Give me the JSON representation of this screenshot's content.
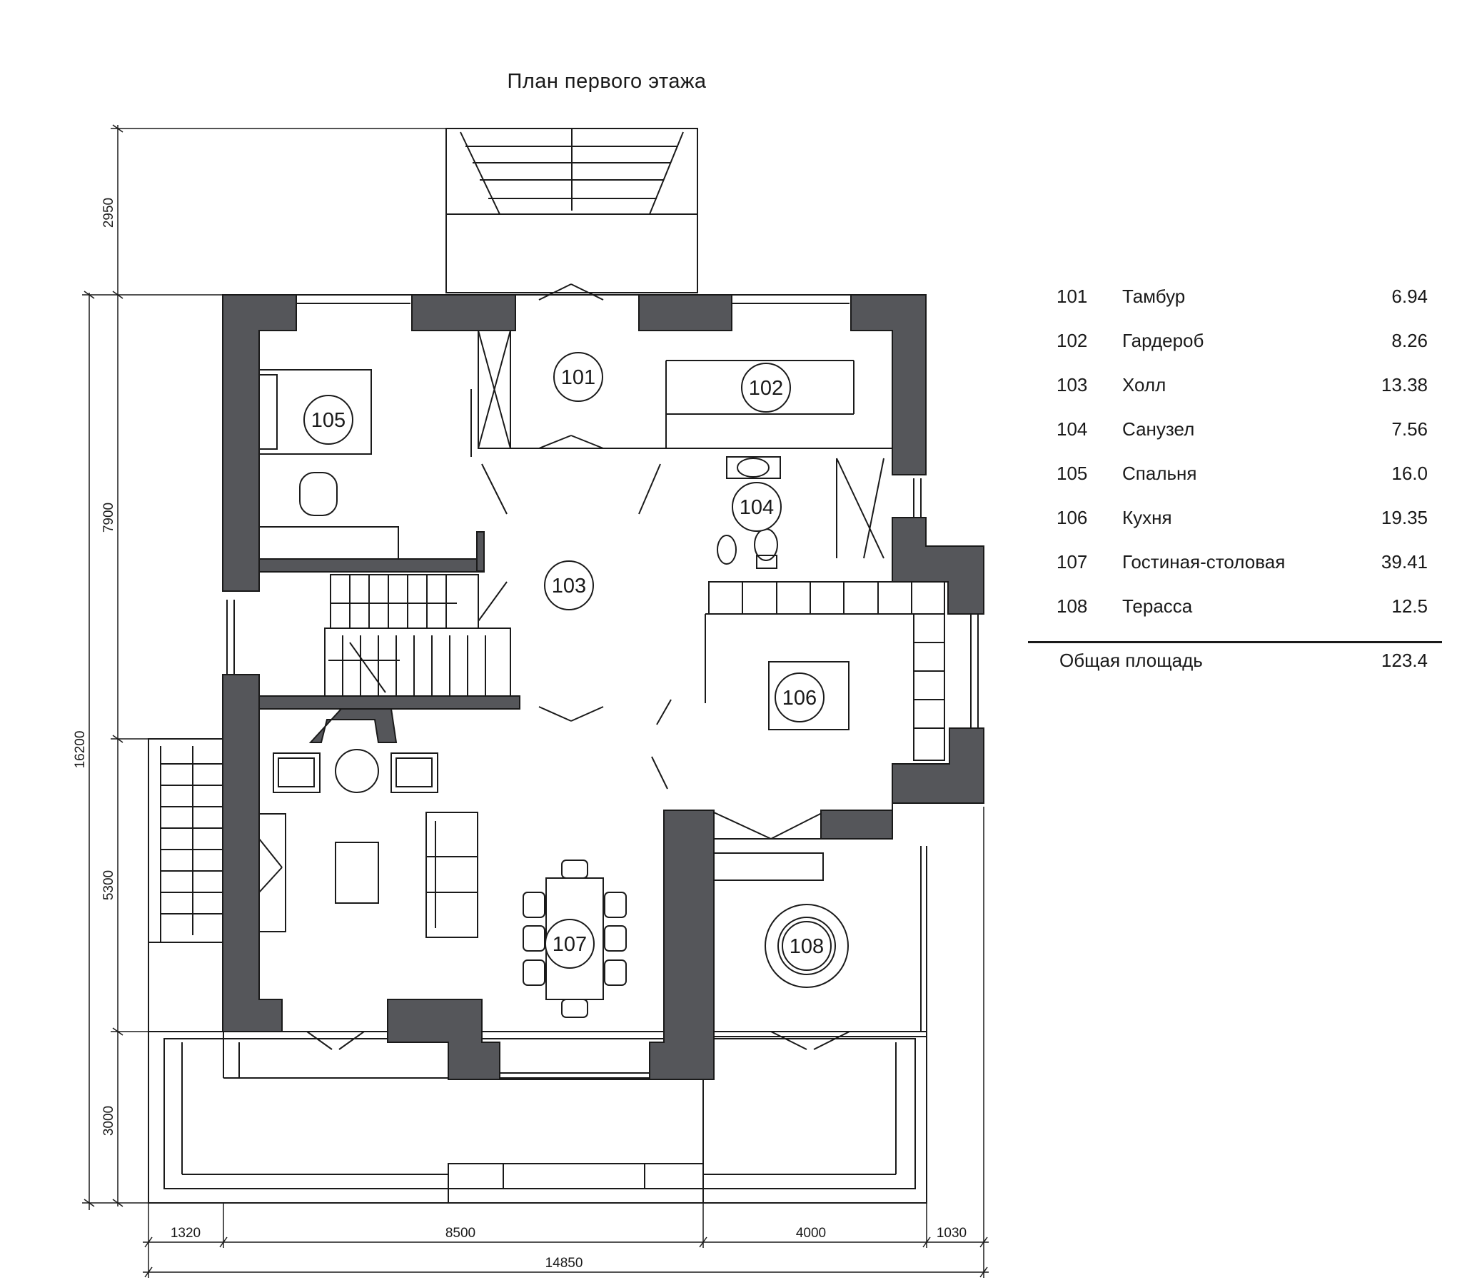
{
  "title": "План первого этажа",
  "rooms": [
    {
      "id": "101",
      "name": "Тамбур",
      "area": "6.94"
    },
    {
      "id": "102",
      "name": "Гардероб",
      "area": "8.26"
    },
    {
      "id": "103",
      "name": "Холл",
      "area": "13.38"
    },
    {
      "id": "104",
      "name": "Санузел",
      "area": "7.56"
    },
    {
      "id": "105",
      "name": "Спальня",
      "area": "16.0"
    },
    {
      "id": "106",
      "name": "Кухня",
      "area": "19.35"
    },
    {
      "id": "107",
      "name": "Гостиная-столовая",
      "area": "39.41"
    },
    {
      "id": "108",
      "name": "Терасса",
      "area": "12.5"
    }
  ],
  "total": {
    "label": "Общая площадь",
    "area": "123.4"
  },
  "dimensions": {
    "left": {
      "top_porch": "2950",
      "upper": "7900",
      "overall": "16200",
      "middle": "5300",
      "bottom": "3000"
    },
    "bottom": {
      "seg1": "1320",
      "seg2": "8500",
      "seg3": "4000",
      "seg4": "1030",
      "overall": "14850"
    }
  },
  "colors": {
    "wall": "#55565a",
    "line": "#1a1a1a",
    "background": "#ffffff"
  }
}
